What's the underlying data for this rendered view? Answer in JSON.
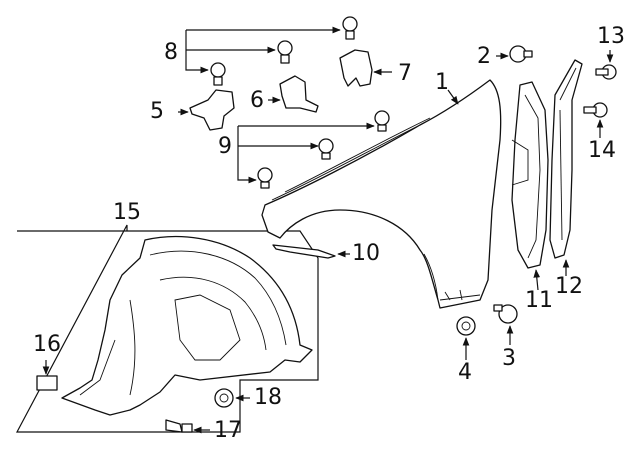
{
  "diagram": {
    "callouts": [
      {
        "id": "c1",
        "label": "1"
      },
      {
        "id": "c2",
        "label": "2"
      },
      {
        "id": "c3",
        "label": "3"
      },
      {
        "id": "c4",
        "label": "4"
      },
      {
        "id": "c5",
        "label": "5"
      },
      {
        "id": "c6",
        "label": "6"
      },
      {
        "id": "c7",
        "label": "7"
      },
      {
        "id": "c8",
        "label": "8"
      },
      {
        "id": "c9",
        "label": "9"
      },
      {
        "id": "c10",
        "label": "10"
      },
      {
        "id": "c11",
        "label": "11"
      },
      {
        "id": "c12",
        "label": "12"
      },
      {
        "id": "c13",
        "label": "13"
      },
      {
        "id": "c14",
        "label": "14"
      },
      {
        "id": "c15",
        "label": "15"
      },
      {
        "id": "c16",
        "label": "16"
      },
      {
        "id": "c17",
        "label": "17"
      },
      {
        "id": "c18",
        "label": "18"
      }
    ],
    "colors": {
      "ink": "#111111",
      "background": "#ffffff"
    }
  }
}
